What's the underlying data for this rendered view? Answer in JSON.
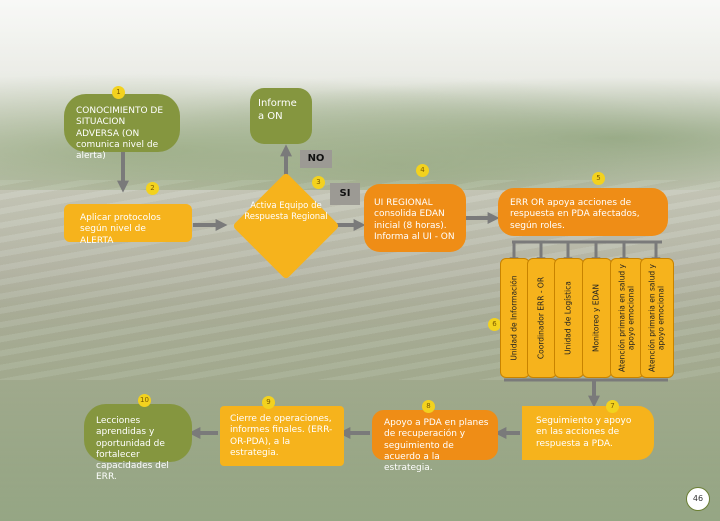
{
  "steps": {
    "s1": {
      "num": "1",
      "text": "CONOCIMIENTO DE SITUACION ADVERSA (ON comunica nivel de alerta)"
    },
    "s2": {
      "num": "2",
      "text": "Aplicar protocolos según nivel de ALERTA"
    },
    "s3": {
      "num": "3",
      "text": "Activa Equipo de Respuesta Regional"
    },
    "s4": {
      "num": "4",
      "text": "UI REGIONAL consolida EDAN inicial (8 horas). Informa al UI - ON"
    },
    "s5": {
      "num": "5",
      "text": "ERR OR apoya acciones de respuesta en PDA afectados, según roles."
    },
    "s6": {
      "num": "6"
    },
    "s7": {
      "num": "7",
      "text": "Seguimiento y apoyo en las acciones de respuesta a PDA."
    },
    "s8": {
      "num": "8",
      "text": "Apoyo a PDA en planes de recuperación y seguimiento de acuerdo a la estrategia."
    },
    "s9": {
      "num": "9",
      "text": "Cierre de operaciones, informes finales. (ERR-OR-PDA), a la estrategia."
    },
    "s10": {
      "num": "10",
      "text": "Lecciones aprendidas y oportunidad de fortalecer capacidades del ERR."
    }
  },
  "inform": "Informe a ON",
  "labels": {
    "no": "NO",
    "si": "SI"
  },
  "units": [
    "Unidad de Información",
    "Coordinador ERR - OR",
    "Unidad de Logística",
    "Monitoreo y EDAN",
    "Atención primaria en salud y apoyo emocional",
    "Atención primaria en salud y apoyo emocional"
  ],
  "page_number": "46",
  "colors": {
    "green": "#85963f",
    "orange": "#ef8d16",
    "gold": "#f6b31c",
    "arrow": "#7a7a7a"
  }
}
